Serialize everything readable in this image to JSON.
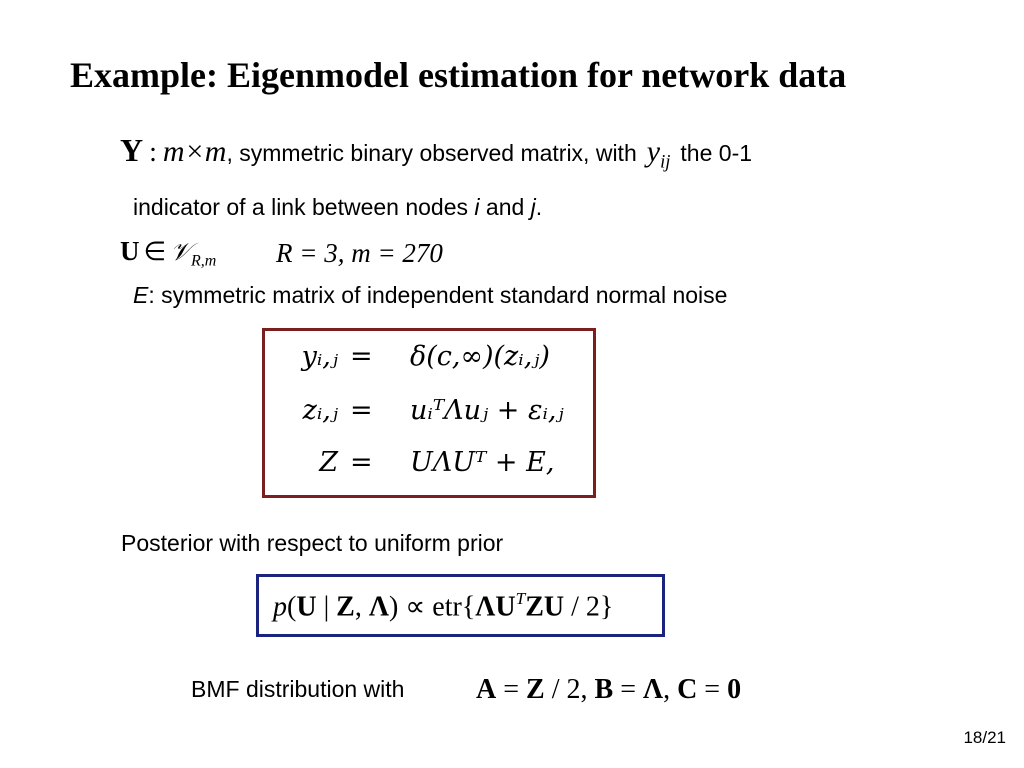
{
  "slide": {
    "title": "Example: Eigenmodel estimation for network data",
    "line1": {
      "Y": "Y",
      "colon": ":",
      "mxm": "m×m",
      "text": ", symmetric binary observed matrix, with",
      "y": "y",
      "ij": "ij",
      "text2": "the 0-1"
    },
    "line2": {
      "text_a": "indicator of a link between nodes ",
      "i": "i",
      "text_b": " and ",
      "j": "j",
      "period": "."
    },
    "line3": {
      "U": "U",
      "in": "∈",
      "V": "𝒱",
      "Vsub": "R,m",
      "params": "R = 3, m = 270"
    },
    "line4": {
      "E": "E",
      "text": ": symmetric matrix of independent standard normal noise"
    },
    "equations": [
      {
        "lhs": "yᵢ,ⱼ",
        "eq": "=",
        "rhs": "δ(c,∞)(zᵢ,ⱼ)"
      },
      {
        "lhs": "zᵢ,ⱼ",
        "eq": "=",
        "rhs": "uᵢᵀΛuⱼ + εᵢ,ⱼ"
      },
      {
        "lhs": "Z",
        "eq": "=",
        "rhs": "UΛUᵀ + E,"
      }
    ],
    "posterior_label": "Posterior with respect to uniform prior",
    "posterior_formula": {
      "p": "p",
      "open": "(",
      "U": "U",
      "bar": " | ",
      "Z": "Z",
      "comma": ", ",
      "Lambda": "Λ",
      "close": ")",
      "prop": " ∝ ",
      "etr": "etr{",
      "L2": "Λ",
      "U2": "U",
      "T": "T",
      "Z2": "Z",
      "U3": "U",
      "div": " / 2}"
    },
    "bmf_label": "BMF distribution with",
    "bmf_formula": {
      "A": "A",
      "eq1": " = ",
      "Z": "Z",
      "half": " / 2, ",
      "B": "B",
      "eq2": " = ",
      "L": "Λ",
      "comma": ", ",
      "C": "C",
      "eq3": " = ",
      "zero": "0"
    },
    "page_number": "18/21"
  },
  "colors": {
    "equation_box_border": "#7a1e1e",
    "posterior_box_border": "#1a237e"
  }
}
